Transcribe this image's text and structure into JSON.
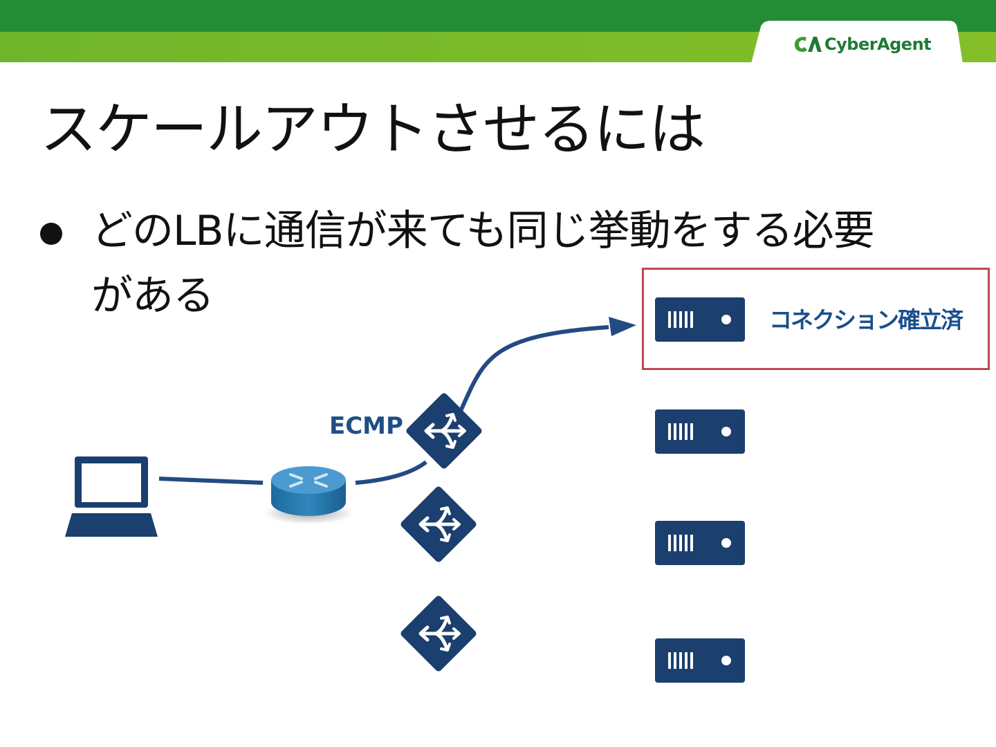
{
  "slide": {
    "title": "スケールアウトさせるには",
    "bullet": {
      "line1": "どのLBに通信が来ても同じ挙動をする必要",
      "line2": "がある"
    }
  },
  "header": {
    "logo_text": "CyberAgent",
    "colors": {
      "top_band": "#238c35",
      "bottom_band": "#84bf2a",
      "logo_text": "#1f7a36"
    }
  },
  "diagram": {
    "ecmp_label": "ECMP",
    "connection_label": "コネクション確立済",
    "nodes": {
      "client": "laptop-icon",
      "router": "router-icon",
      "load_balancers": [
        "load-balancer-icon",
        "load-balancer-icon",
        "load-balancer-icon"
      ],
      "servers": [
        "server-icon",
        "server-icon",
        "server-icon",
        "server-icon"
      ]
    },
    "colors": {
      "icon": "#1b3f6e",
      "line": "#234b82",
      "highlight_border": "#c0474d",
      "label": "#1a4e8c"
    }
  }
}
